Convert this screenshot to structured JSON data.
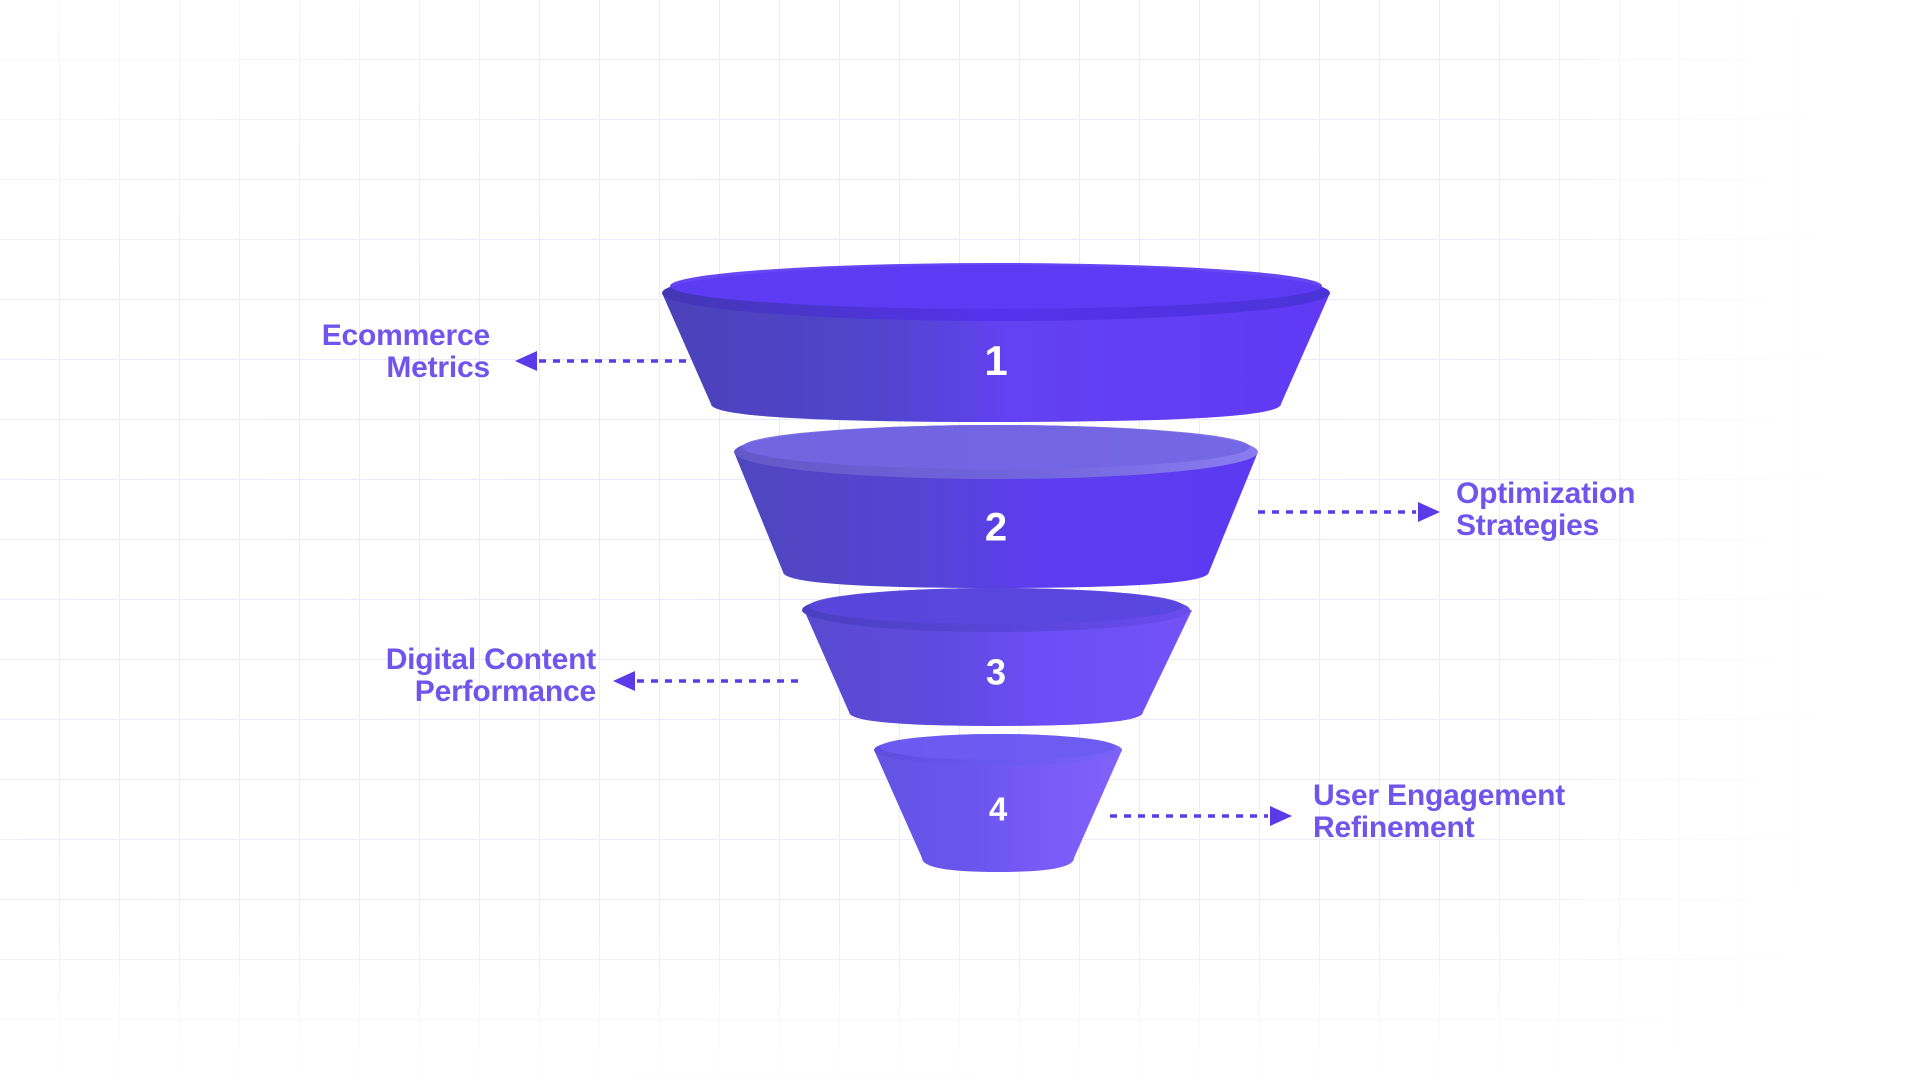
{
  "diagram": {
    "type": "funnel",
    "title": "",
    "background_color": "#ffffff",
    "grid_color": "#e9e6fb",
    "accent_color": "#7055ED",
    "number_color": "#ffffff",
    "stages": [
      {
        "number": "1",
        "label": "Ecommerce\nMetrics",
        "label_side": "left",
        "arrow_direction": "left",
        "fill_left": "#4b42b8",
        "fill_right": "#6139f5",
        "rim_color": "#4237b4"
      },
      {
        "number": "2",
        "label": "Optimization\nStrategies",
        "label_side": "right",
        "arrow_direction": "right",
        "fill_left": "#4f46bd",
        "fill_right": "#5c3af2",
        "rim_color": "#6a60cf"
      },
      {
        "number": "3",
        "label": "Digital Content\nPerformance",
        "label_side": "left",
        "arrow_direction": "left",
        "fill_left": "#5a4ad0",
        "fill_right": "#6b4ef6",
        "rim_color": "#4a3fc0"
      },
      {
        "number": "4",
        "label": "User Engagement\nRefinement",
        "label_side": "right",
        "arrow_direction": "right",
        "fill_left": "#6354e2",
        "fill_right": "#7a5bf8",
        "rim_color": "#6a59e8"
      }
    ]
  },
  "chart_data": {
    "type": "funnel",
    "title": "",
    "stage_numbers": [
      "1",
      "2",
      "3",
      "4"
    ],
    "stage_labels": [
      "Ecommerce Metrics",
      "Optimization Strategies",
      "Digital Content Performance",
      "User Engagement Refinement"
    ],
    "relative_widths": [
      100,
      78,
      55,
      33
    ],
    "legend": "none",
    "grid": true
  }
}
